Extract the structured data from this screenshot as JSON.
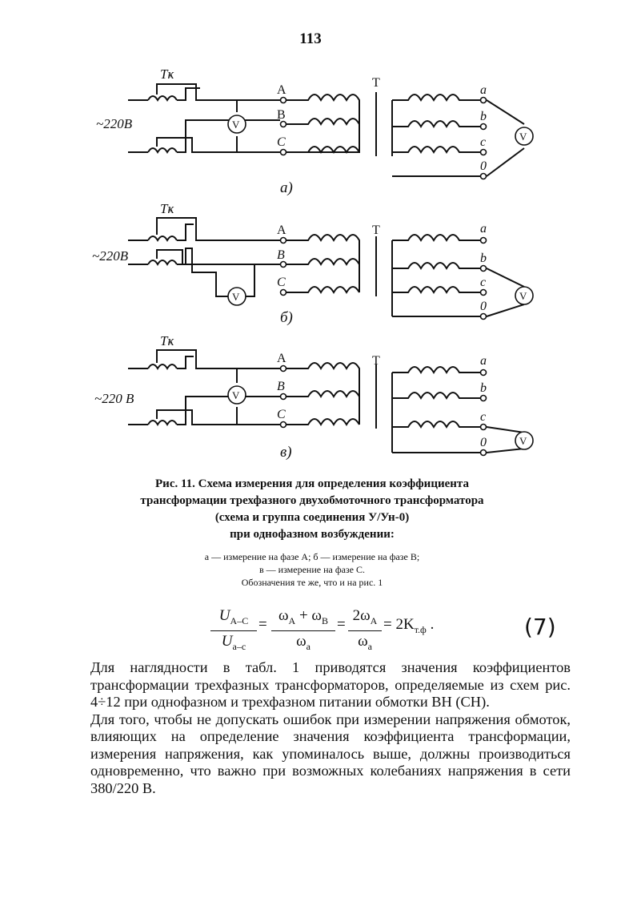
{
  "page_number": "113",
  "figure": {
    "schemes": [
      {
        "sub_label": "а)",
        "transformer_label": "Тҝ",
        "supply_label": "~220В",
        "primary_terminals": [
          "A",
          "B",
          "C"
        ],
        "core_label": "T",
        "secondary_terminals": [
          "a",
          "b",
          "c",
          "0"
        ],
        "voltmeter_symbol": "V"
      },
      {
        "sub_label": "б)",
        "transformer_label": "Тҝ",
        "supply_label": "~220В",
        "primary_terminals": [
          "A",
          "B",
          "C"
        ],
        "core_label": "T",
        "secondary_terminals": [
          "a",
          "b",
          "c",
          "0"
        ],
        "voltmeter_symbol": "V"
      },
      {
        "sub_label": "в)",
        "transformer_label": "Тҝ",
        "supply_label": "~220 В",
        "primary_terminals": [
          "A",
          "B",
          "C"
        ],
        "core_label": "T",
        "secondary_terminals": [
          "a",
          "b",
          "c",
          "0"
        ],
        "voltmeter_symbol": "V"
      }
    ],
    "caption_lines": [
      "Рис. 11. Схема измерения для определения коэффициента",
      "трансформации трехфазного двухобмоточного трансформатора",
      "(схема и группа соединения У/Ун-0)",
      "при однофазном возбуждении:"
    ],
    "legend_lines": [
      "а — измерение на фазе А; б — измерение на фазе В;",
      "в — измерение на фазе С.",
      "Обозначения те же, что и на рис. 1"
    ]
  },
  "formula": {
    "frac1_num": "U",
    "frac1_num_sub": "A–C",
    "frac1_den": "U",
    "frac1_den_sub": "a–c",
    "frac2_num": "ω",
    "frac2_num_sub": "A",
    "frac2_num_plus": " + ω",
    "frac2_num_sub2": "B",
    "frac2_den": "ω",
    "frac2_den_sub": "a",
    "frac3_num": "2ω",
    "frac3_num_sub": "A",
    "frac3_den": "ω",
    "frac3_den_sub": "a",
    "result": "= 2K",
    "result_sub": "т.ф",
    "result_end": " .",
    "equals": "=",
    "number": "(7)"
  },
  "body": {
    "paragraphs": [
      "Для наглядности в табл. 1 приводятся значения коэффициентов трансформации трехфазных трансформаторов, определяемые из схем рис. 4÷12 при однофазном и трехфазном питании обмотки ВН (СН).",
      "Для того, чтобы не допускать ошибок при измерении напряжения обмоток, влияющих на определение значения коэффициента трансформации, измерения напряжения, как упоминалось выше, должны производиться одновременно, что важно при возможных колебаниях напряжения в сети 380/220 В."
    ]
  }
}
